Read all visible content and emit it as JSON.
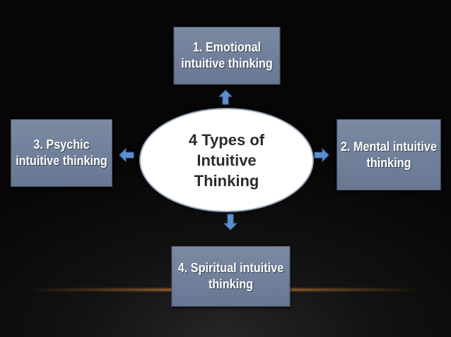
{
  "center": {
    "lines": [
      "4 Types of",
      "Intuitive",
      "Thinking"
    ]
  },
  "nodes": {
    "emotional": {
      "lines": [
        "1. Emotional",
        "intuitive thinking"
      ]
    },
    "mental": {
      "lines": [
        "2. Mental intuitive",
        "thinking"
      ]
    },
    "psychic": {
      "lines": [
        "3. Psychic",
        "intuitive thinking"
      ]
    },
    "spiritual": {
      "lines": [
        "4. Spiritual intuitive",
        "thinking"
      ]
    }
  },
  "colors": {
    "box_fill": "#7385a0",
    "arrow_fill": "#5b8fd0",
    "ellipse_fill": "#ffffff",
    "center_text": "#2b2b2b",
    "accent_glow": "#d98f45"
  },
  "icons": {
    "up": "arrow-up-icon",
    "right": "arrow-right-icon",
    "left": "arrow-left-icon",
    "down": "arrow-down-icon"
  }
}
